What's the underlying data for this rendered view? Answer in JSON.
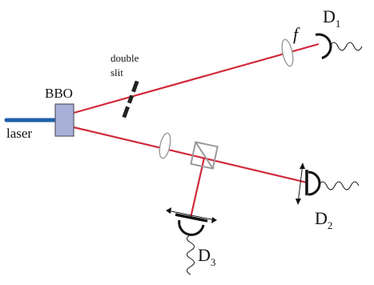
{
  "labels": {
    "laser": "laser",
    "bbo": "BBO",
    "double_slit_line1": "double",
    "double_slit_line2": "slit",
    "lens_focal": "f",
    "detector_letter": "D",
    "d1_index": "1",
    "d2_index": "2",
    "d3_index": "3"
  },
  "colors": {
    "beam": "#d22a3c",
    "laser": "#1f5fa8",
    "crystal_fill": "#a8b0d8",
    "crystal_stroke": "#555566",
    "optic_stroke": "#9a9a9a",
    "detector": "#111111"
  }
}
